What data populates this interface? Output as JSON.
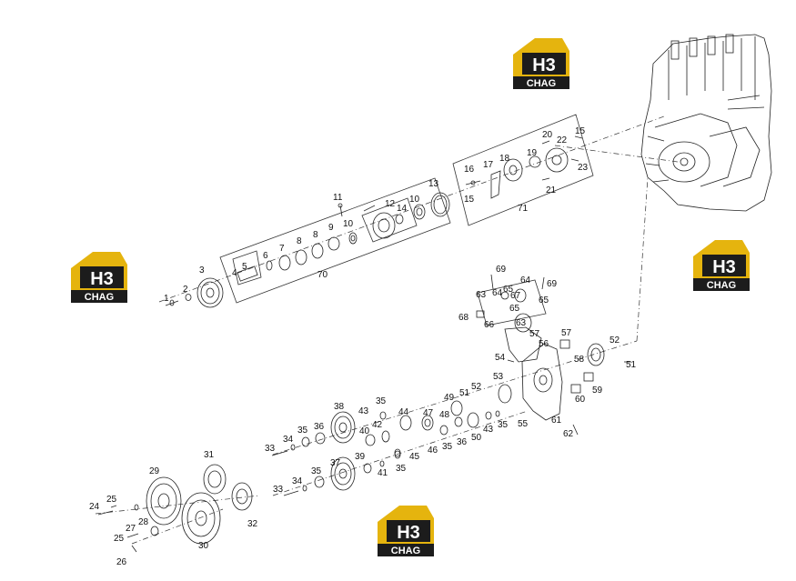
{
  "logo": {
    "text_top": "H3",
    "text_bottom": "CHAG",
    "colors": {
      "roof": "#e5b40e",
      "frame": "#1c1c1c",
      "text": "#ffffff"
    }
  },
  "callouts": {
    "c1": "1",
    "c2": "2",
    "c3": "3",
    "c4": "4",
    "c5": "5",
    "c6": "6",
    "c7": "7",
    "c8": "8",
    "c9": "9",
    "c10": "10",
    "c11": "11",
    "c12": "12",
    "c13": "13",
    "c14": "14",
    "c15": "15",
    "c16": "16",
    "c17": "17",
    "c18": "18",
    "c19": "19",
    "c20": "20",
    "c21": "21",
    "c22": "22",
    "c23": "23",
    "c24": "24",
    "c25": "25",
    "c26": "26",
    "c27": "27",
    "c28": "28",
    "c29": "29",
    "c30": "30",
    "c31": "31",
    "c32": "32",
    "c33": "33",
    "c34": "34",
    "c35": "35",
    "c36": "36",
    "c37": "37",
    "c38": "38",
    "c39": "39",
    "c40": "40",
    "c41": "41",
    "c42": "42",
    "c43": "43",
    "c44": "44",
    "c45": "45",
    "c46": "46",
    "c47": "47",
    "c48": "48",
    "c49": "49",
    "c50": "50",
    "c51": "51",
    "c52": "52",
    "c53": "53",
    "c54": "54",
    "c55": "55",
    "c56": "56",
    "c57": "57",
    "c58": "58",
    "c59": "59",
    "c60": "60",
    "c61": "61",
    "c62": "62",
    "c63": "63",
    "c64": "64",
    "c65": "65",
    "c66": "66",
    "c67": "67",
    "c68": "68",
    "c69": "69",
    "c70": "70",
    "c71": "71"
  }
}
